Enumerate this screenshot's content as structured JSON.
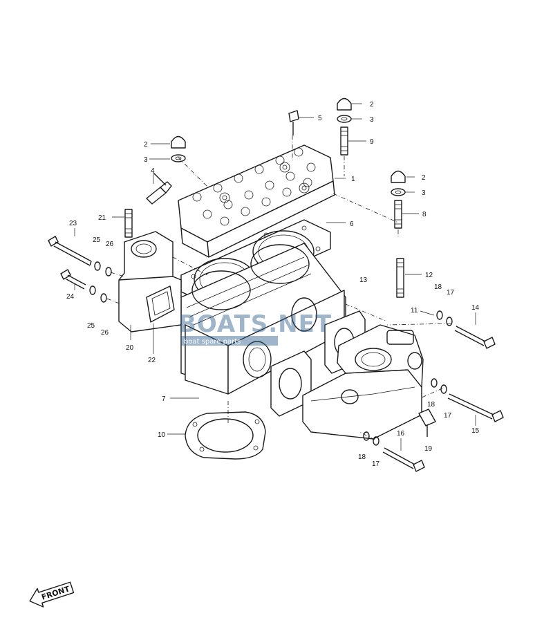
{
  "callouts": [
    {
      "id": "c1",
      "text": "1"
    },
    {
      "id": "c2a",
      "text": "2"
    },
    {
      "id": "c2b",
      "text": "2"
    },
    {
      "id": "c2c",
      "text": "2"
    },
    {
      "id": "c3a",
      "text": "3"
    },
    {
      "id": "c3b",
      "text": "3"
    },
    {
      "id": "c3c",
      "text": "3"
    },
    {
      "id": "c4",
      "text": "4"
    },
    {
      "id": "c5",
      "text": "5"
    },
    {
      "id": "c6",
      "text": "6"
    },
    {
      "id": "c7",
      "text": "7"
    },
    {
      "id": "c8",
      "text": "8"
    },
    {
      "id": "c9",
      "text": "9"
    },
    {
      "id": "c10",
      "text": "10"
    },
    {
      "id": "c11",
      "text": "11"
    },
    {
      "id": "c12",
      "text": "12"
    },
    {
      "id": "c13",
      "text": "13"
    },
    {
      "id": "c14",
      "text": "14"
    },
    {
      "id": "c15",
      "text": "15"
    },
    {
      "id": "c16",
      "text": "16"
    },
    {
      "id": "c17a",
      "text": "17"
    },
    {
      "id": "c17b",
      "text": "17"
    },
    {
      "id": "c17c",
      "text": "17"
    },
    {
      "id": "c18a",
      "text": "18"
    },
    {
      "id": "c18b",
      "text": "18"
    },
    {
      "id": "c18c",
      "text": "18"
    },
    {
      "id": "c19",
      "text": "19"
    },
    {
      "id": "c20",
      "text": "20"
    },
    {
      "id": "c21",
      "text": "21"
    },
    {
      "id": "c22",
      "text": "22"
    },
    {
      "id": "c23",
      "text": "23"
    },
    {
      "id": "c24",
      "text": "24"
    },
    {
      "id": "c25a",
      "text": "25"
    },
    {
      "id": "c25b",
      "text": "25"
    },
    {
      "id": "c26a",
      "text": "26"
    },
    {
      "id": "c26b",
      "text": "26"
    }
  ],
  "watermark": {
    "text": "BOATS.NET",
    "subtitle": "boat spare parts"
  },
  "front_marker": "FRONT"
}
